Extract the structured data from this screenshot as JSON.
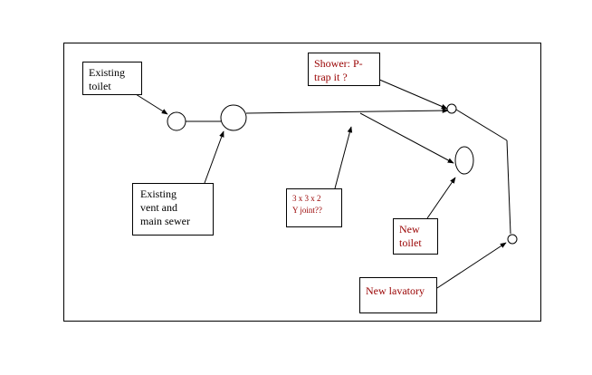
{
  "callouts": {
    "existing_toilet": "Existing\ntoilet",
    "existing_vent": "Existing\nvent and\nmain sewer",
    "shower": "Shower:  P-\ntrap it ?",
    "y_joint": "3 x 3 x 2\nY joint??",
    "new_toilet": "New\ntoilet",
    "new_lavatory": "New lavatory"
  },
  "colors": {
    "existing_text": "#000000",
    "new_text": "#990000",
    "lines": "#000000"
  }
}
